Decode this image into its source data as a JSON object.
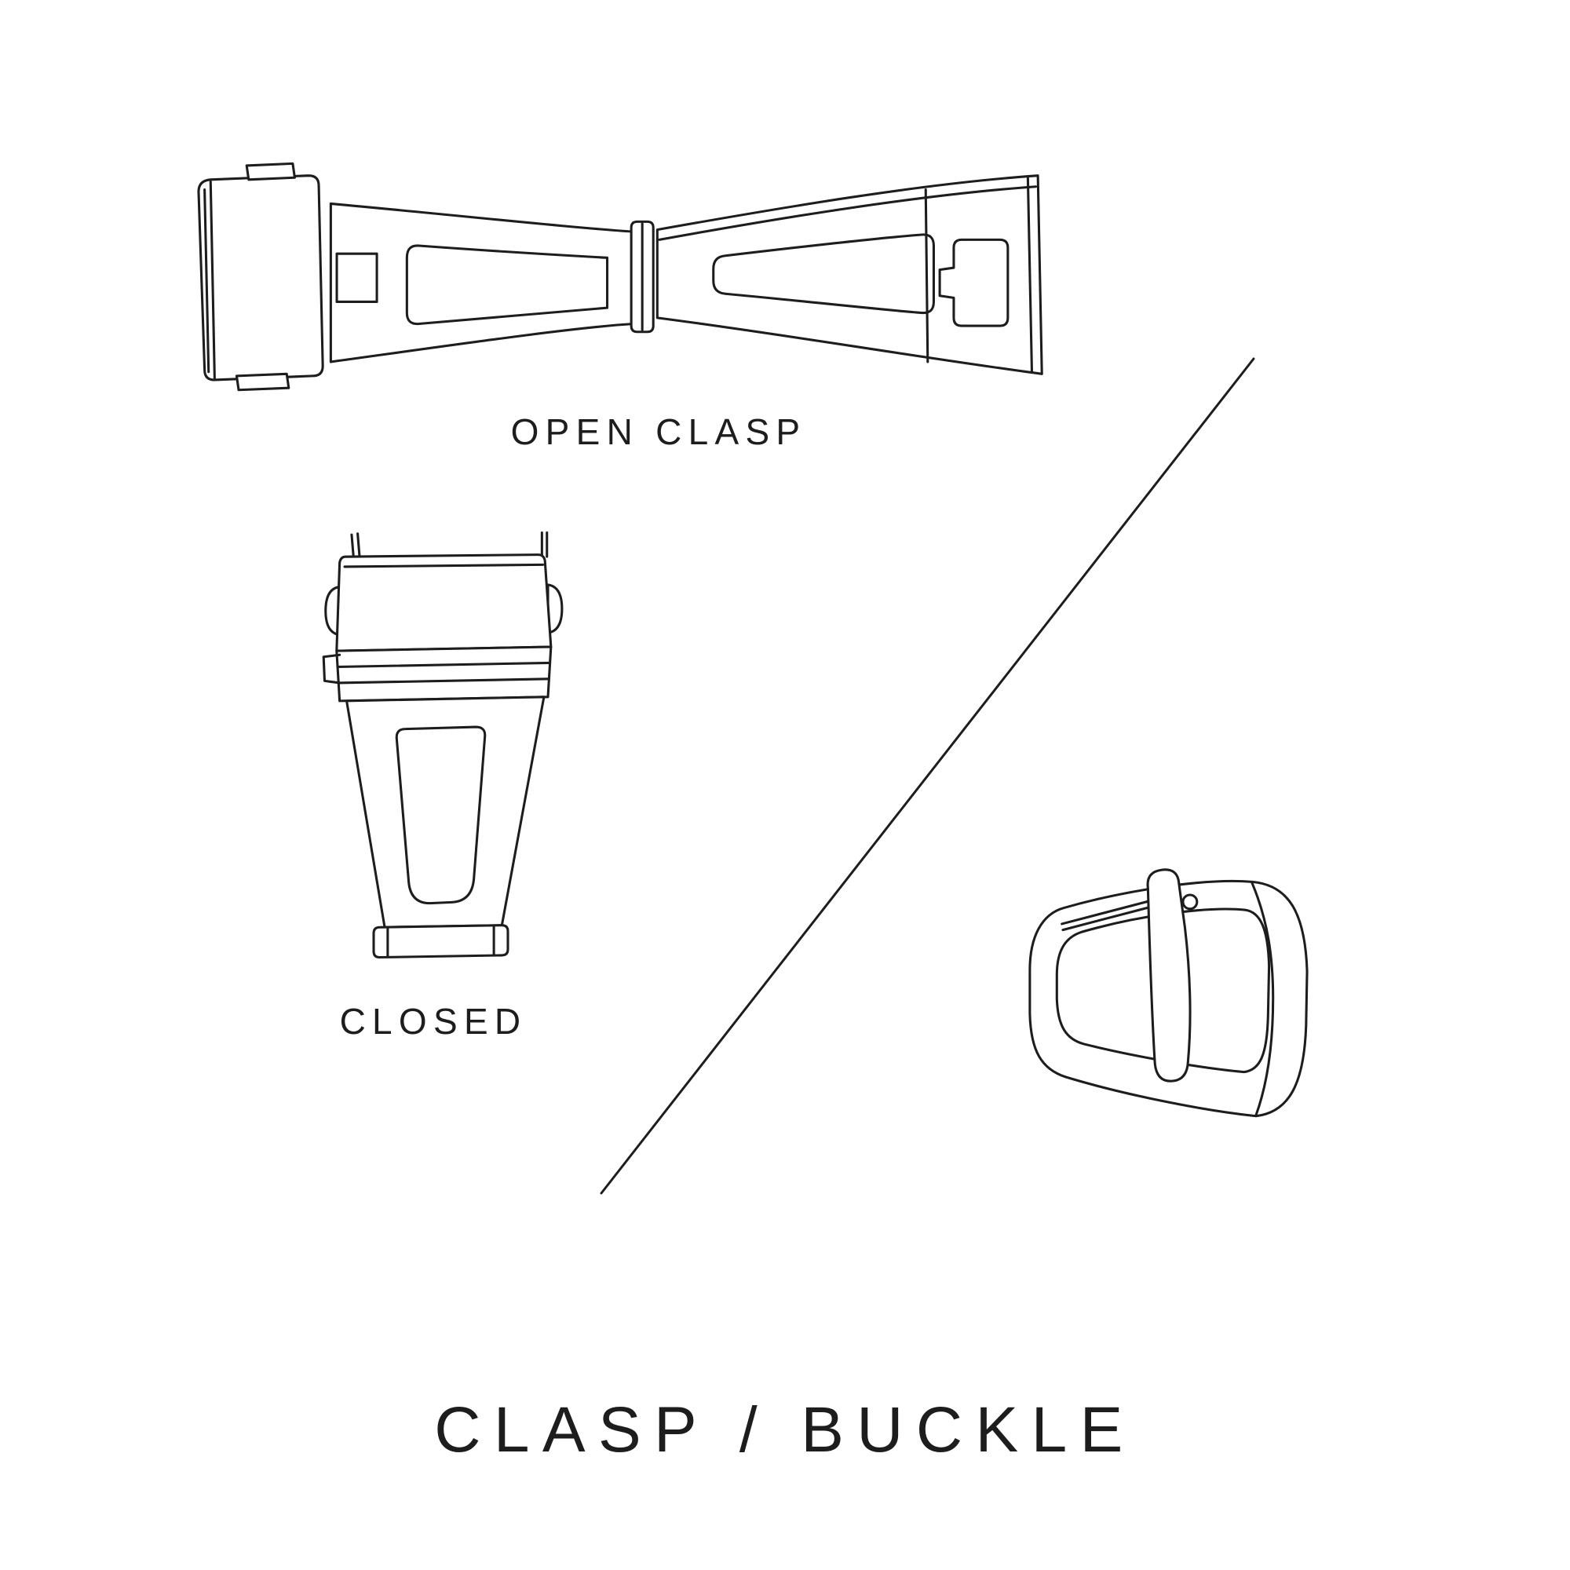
{
  "page": {
    "background": "#ffffff",
    "ink": "#1d1d1d",
    "title": "CLASP / BUCKLE"
  },
  "figures": {
    "open_clasp": {
      "label": "OPEN CLASP",
      "icon": "open-clasp-illustration"
    },
    "closed_clasp": {
      "label": "CLOSED",
      "icon": "closed-clasp-illustration"
    },
    "buckle": {
      "icon": "tang-buckle-illustration"
    },
    "divider": {
      "icon": "divider-line"
    }
  }
}
